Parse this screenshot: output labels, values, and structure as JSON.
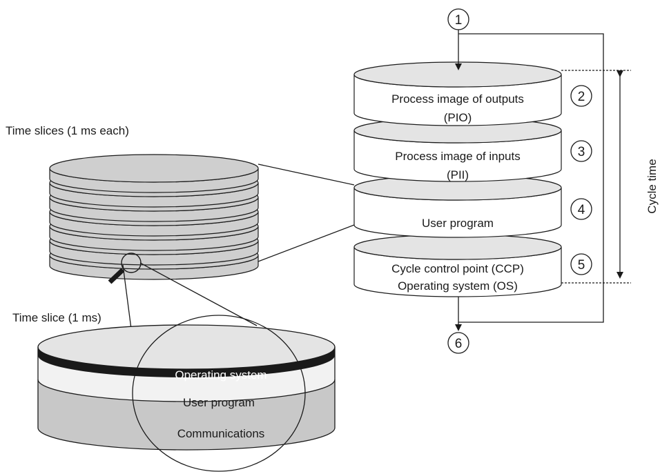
{
  "time_slices_label": "Time slices (1 ms each)",
  "time_slice_label": "Time slice (1 ms)",
  "slice_layers": {
    "operating_system": "Operating system",
    "user_program": "User program",
    "communications": "Communications"
  },
  "cycle_stack": [
    {
      "number": "2",
      "lines": [
        "Process image of outputs",
        "(PIO)"
      ]
    },
    {
      "number": "3",
      "lines": [
        "Process image of inputs",
        "(PII)"
      ]
    },
    {
      "number": "4",
      "lines": [
        "User program"
      ]
    },
    {
      "number": "5",
      "lines": [
        "Cycle control point (CCP)",
        "Operating system (OS)"
      ]
    }
  ],
  "marker_start": "1",
  "marker_end": "6",
  "cycle_time_label": "Cycle time",
  "colors": {
    "gray_fill": "#cfcfcf",
    "light_fill": "#e4e4e4",
    "white_fill": "#ffffff",
    "os_band": "#1a1a1a",
    "user_band": "#f2f2f2",
    "comm_band": "#c8c8c8",
    "stroke": "#1a1a1a"
  }
}
